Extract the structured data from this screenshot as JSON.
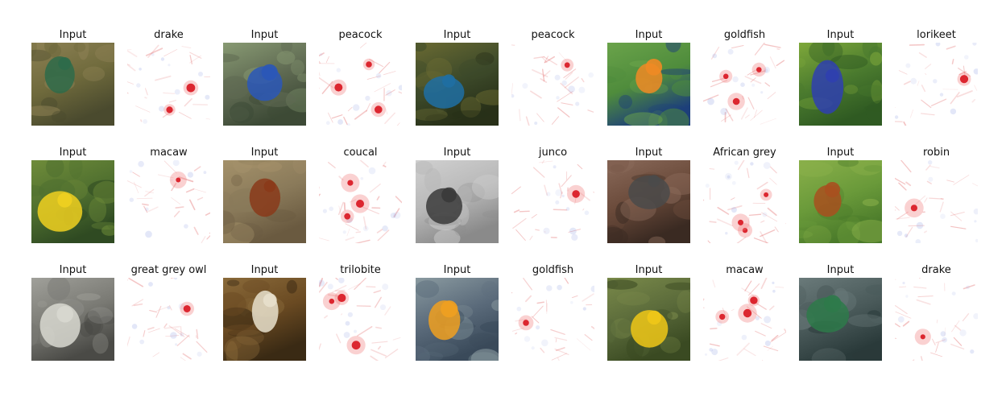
{
  "figure": {
    "rows": [
      {
        "pairs": [
          {
            "input_label": "Input",
            "class_label": "drake",
            "photo": "mallard-ducks-on-grass",
            "palette": [
              "#6f6a3c",
              "#8d8154",
              "#4a4a2e"
            ],
            "accent": "#2e6b4a"
          },
          {
            "input_label": "Input",
            "class_label": "peacock",
            "photo": "peacock-with-tail-fan",
            "palette": [
              "#5f6a52",
              "#889a73",
              "#3d4a36"
            ],
            "accent": "#2a57b8"
          },
          {
            "input_label": "Input",
            "class_label": "peacock",
            "photo": "peacock-feather-closeup",
            "palette": [
              "#3d4a2a",
              "#6a6a32",
              "#283018"
            ],
            "accent": "#1f6fa3"
          },
          {
            "input_label": "Input",
            "class_label": "goldfish",
            "photo": "goldfish-in-aquarium",
            "palette": [
              "#4f8c3c",
              "#6aa34a",
              "#1d3f7a"
            ],
            "accent": "#f08a24"
          },
          {
            "input_label": "Input",
            "class_label": "lorikeet",
            "photo": "rainbow-lorikeet",
            "palette": [
              "#4a7a2e",
              "#7ea83a",
              "#2f5a22"
            ],
            "accent": "#2f3fb0"
          }
        ]
      },
      {
        "pairs": [
          {
            "input_label": "Input",
            "class_label": "macaw",
            "photo": "blue-and-yellow-macaw",
            "palette": [
              "#4f6f2f",
              "#6f8c3a",
              "#2f4a22"
            ],
            "accent": "#f0d020"
          },
          {
            "input_label": "Input",
            "class_label": "coucal",
            "photo": "coucal-on-ground",
            "palette": [
              "#8a7a5a",
              "#a4916a",
              "#6a5a40"
            ],
            "accent": "#8a3a1a"
          },
          {
            "input_label": "Input",
            "class_label": "junco",
            "photo": "junco-on-branch",
            "palette": [
              "#b8b8b8",
              "#d0d0d0",
              "#8a8a8a"
            ],
            "accent": "#3a3a3a"
          },
          {
            "input_label": "Input",
            "class_label": "African grey",
            "photo": "african-grey-parrot",
            "palette": [
              "#6a4a3a",
              "#8a6a5a",
              "#3a2a22"
            ],
            "accent": "#4a4a4a"
          },
          {
            "input_label": "Input",
            "class_label": "robin",
            "photo": "american-robin-on-grass",
            "palette": [
              "#6a9a3a",
              "#8ab04a",
              "#4a7a2a"
            ],
            "accent": "#a8501f"
          }
        ]
      },
      {
        "pairs": [
          {
            "input_label": "Input",
            "class_label": "great grey owl",
            "photo": "great-grey-owl-face",
            "palette": [
              "#7a7a74",
              "#a0a09a",
              "#4a4a46"
            ],
            "accent": "#d8d8d0"
          },
          {
            "input_label": "Input",
            "class_label": "trilobite",
            "photo": "trilobite-fossil-on-stand",
            "palette": [
              "#6a4a22",
              "#8a6a3a",
              "#3a2a14"
            ],
            "accent": "#e8e0cc"
          },
          {
            "input_label": "Input",
            "class_label": "goldfish",
            "photo": "goldfish-pair-closeup",
            "palette": [
              "#5a6a7a",
              "#8a9aa0",
              "#3a4a5a"
            ],
            "accent": "#f0a020"
          },
          {
            "input_label": "Input",
            "class_label": "macaw",
            "photo": "macaw-perched",
            "palette": [
              "#5a6a3a",
              "#7a8a4a",
              "#3a4a22"
            ],
            "accent": "#f0c818"
          },
          {
            "input_label": "Input",
            "class_label": "drake",
            "photo": "mallard-drake-swimming",
            "palette": [
              "#4a5a5a",
              "#6a7a7a",
              "#2a3a3a"
            ],
            "accent": "#2e7a4a"
          }
        ]
      }
    ]
  }
}
